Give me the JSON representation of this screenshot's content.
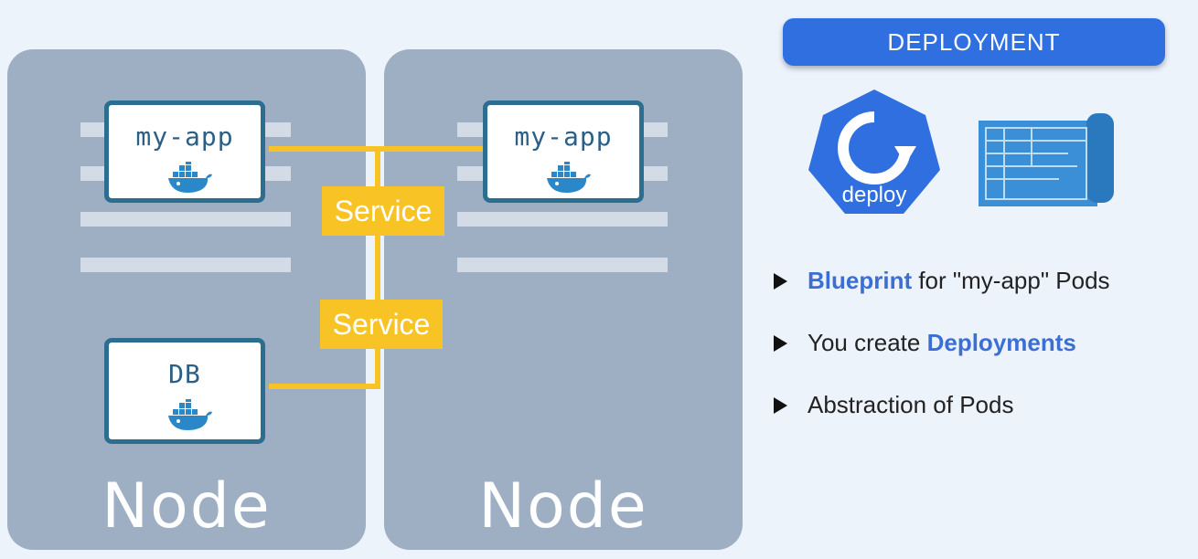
{
  "nodes": [
    {
      "label": "Node"
    },
    {
      "label": "Node"
    }
  ],
  "pods": {
    "app_left": {
      "label": "my-app",
      "icon": "docker-whale-icon"
    },
    "app_right": {
      "label": "my-app",
      "icon": "docker-whale-icon"
    },
    "db": {
      "label": "DB",
      "icon": "docker-whale-icon"
    }
  },
  "services": [
    {
      "label": "Service"
    },
    {
      "label": "Service"
    }
  ],
  "deployment": {
    "title": "DEPLOYMENT",
    "deploy_icon_label": "deploy",
    "blueprint_icon": "blueprint-icon"
  },
  "bullets": [
    {
      "highlight": "Blueprint",
      "rest": " for \"my-app\" Pods"
    },
    {
      "prefix": "You create ",
      "highlight": "Deployments"
    },
    {
      "text": "Abstraction of Pods"
    }
  ],
  "colors": {
    "node": "#9eafc4",
    "service": "#f7c325",
    "accent": "#2f6fe0",
    "pod_border": "#2b6e8f"
  }
}
